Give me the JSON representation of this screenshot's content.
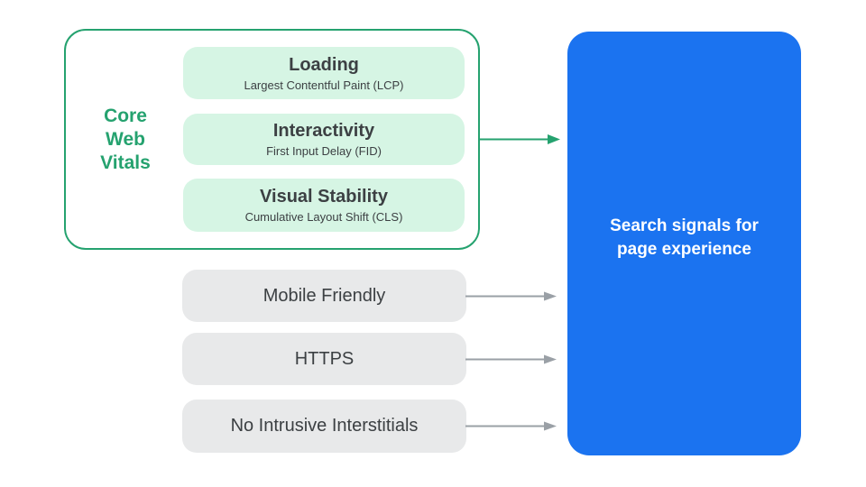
{
  "core_web_vitals": {
    "label": "Core Web Vitals",
    "metrics": [
      {
        "title": "Loading",
        "subtitle": "Largest Contentful Paint (LCP)"
      },
      {
        "title": "Interactivity",
        "subtitle": "First Input Delay (FID)"
      },
      {
        "title": "Visual Stability",
        "subtitle": "Cumulative Layout Shift (CLS)"
      }
    ]
  },
  "other_signals": [
    {
      "label": "Mobile Friendly"
    },
    {
      "label": "HTTPS"
    },
    {
      "label": "No Intrusive Interstitials"
    }
  ],
  "result_box": {
    "label": "Search signals for page experience"
  },
  "colors": {
    "green": "#25A26F",
    "green_light": "#D6F5E4",
    "blue": "#1B73F0",
    "gray_pill": "#E8E9EA",
    "gray_arrow": "#9AA0A6",
    "text_dark": "#3C4043",
    "text_on_blue": "#FFFFFF",
    "background": "#FFFFFF"
  }
}
